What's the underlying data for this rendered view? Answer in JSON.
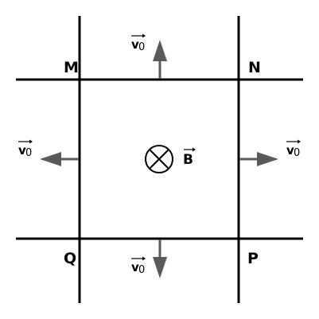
{
  "corners": {
    "top_left": "M",
    "top_right": "N",
    "bottom_right": "P",
    "bottom_left": "Q"
  },
  "velocity": {
    "symbol": "v",
    "subscript": "0"
  },
  "field": {
    "symbol": "B",
    "direction_symbol": "into-page-icon"
  },
  "colors": {
    "lines": "#000000",
    "arrows": "#5a5a5a"
  }
}
